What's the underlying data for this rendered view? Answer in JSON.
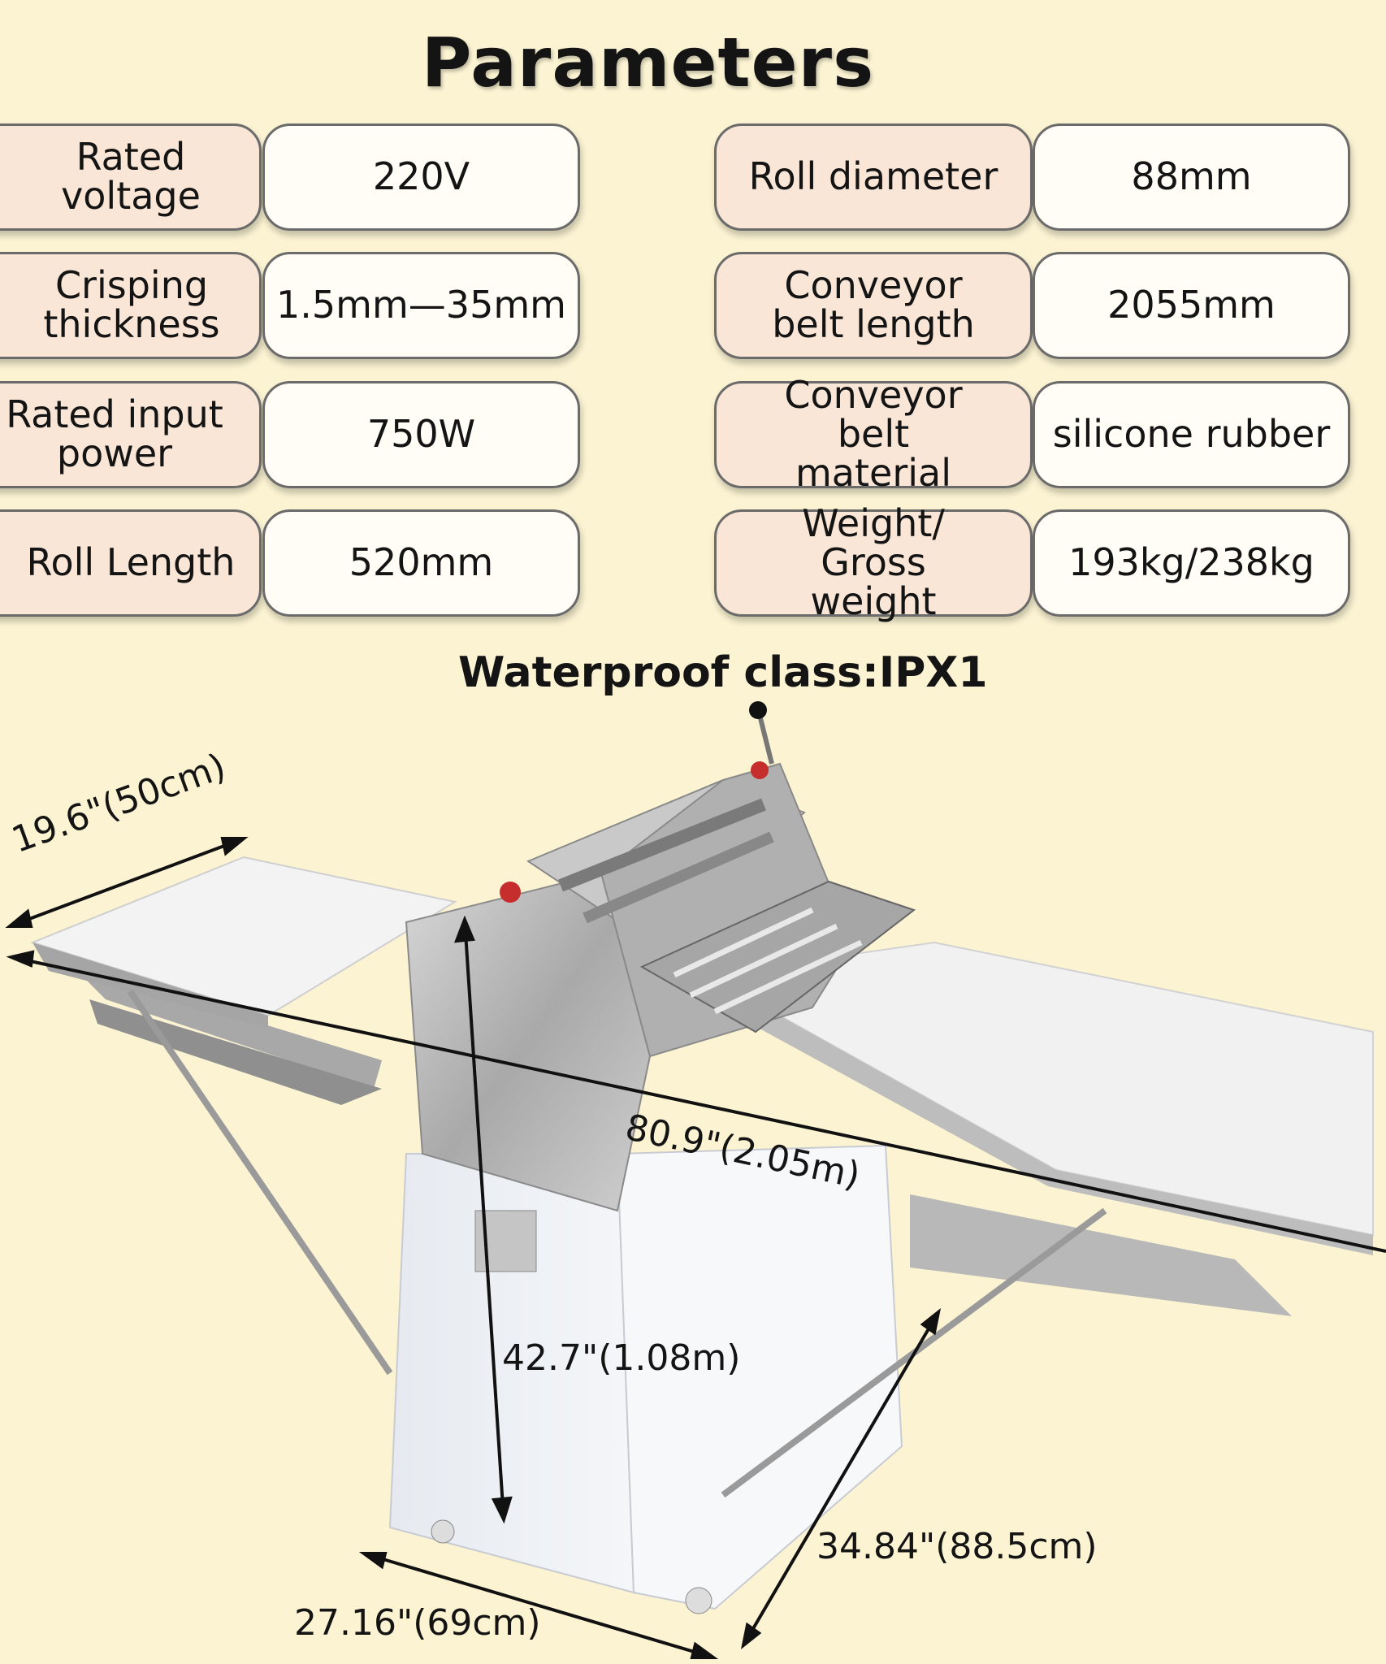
{
  "title": "Parameters",
  "params_left": [
    {
      "label": "Rated voltage",
      "value": "220V"
    },
    {
      "label": "Crisping thickness",
      "value": "1.5mm—35mm"
    },
    {
      "label": "Rated input power",
      "value": "750W"
    },
    {
      "label": "Roll Length",
      "value": "520mm"
    }
  ],
  "params_right": [
    {
      "label": "Roll diameter",
      "value": "88mm"
    },
    {
      "label": "Conveyor belt length",
      "value": "2055mm"
    },
    {
      "label": "Conveyor belt material",
      "value": "silicone rubber"
    },
    {
      "label": "Weight/ Gross weight",
      "value": "193kg/238kg"
    }
  ],
  "waterproof": "Waterproof class:IPX1",
  "dimensions": {
    "width": "19.6\"(50cm)",
    "length": "80.9\"(2.05m)",
    "height": "42.7\"(1.08m)",
    "base_depth": "34.84\"(88.5cm)",
    "base_width": "27.16\"(69cm)"
  },
  "colors": {
    "background": "#fbf3d2",
    "label_fill": "#f9e6d6",
    "value_fill": "#fffdf6",
    "machine_body": "#eef1f5",
    "stainless": "#b9b9b9"
  }
}
